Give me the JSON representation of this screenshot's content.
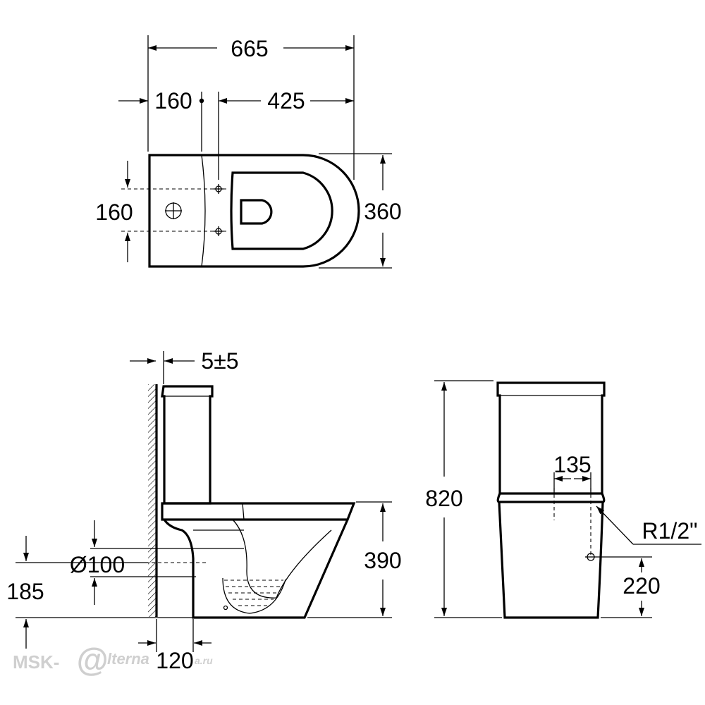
{
  "top_view": {
    "overall_length": "665",
    "tank_depth": "160",
    "bowl_length": "425",
    "width": "360",
    "inlet_spacing": "160"
  },
  "side_view": {
    "wall_gap": "5±5",
    "outlet_diameter": "Ø100",
    "outlet_center_height": "185",
    "seat_height": "390",
    "outlet_wall_distance": "120"
  },
  "front_view": {
    "total_height": "820",
    "inlet_offset": "135",
    "inlet_thread": "R1/2\"",
    "inlet_height": "220"
  },
  "watermark": {
    "left": "MSK-",
    "mark": "@",
    "right": "lterna",
    "suffix": "a.ru"
  }
}
